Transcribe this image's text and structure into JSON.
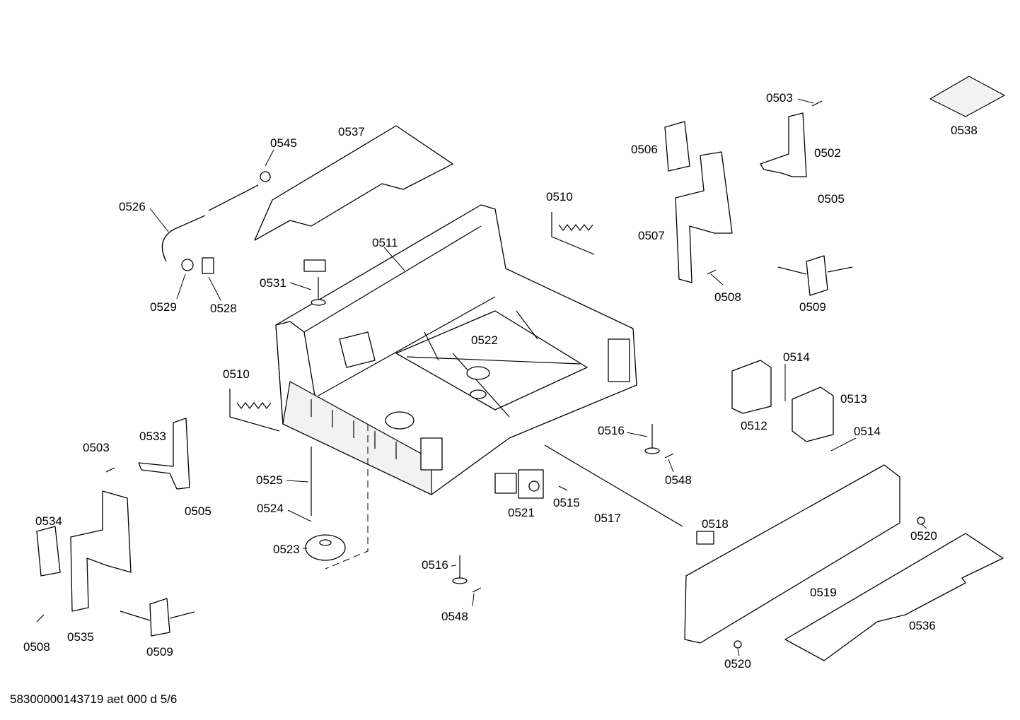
{
  "footer": "58300000143719 aet 000 d 5/6",
  "labels": {
    "p0503_top": "0503",
    "p0538": "0538",
    "p0537": "0537",
    "p0545": "0545",
    "p0506": "0506",
    "p0502": "0502",
    "p0526": "0526",
    "p0510_top": "0510",
    "p0505_top": "0505",
    "p0511": "0511",
    "p0507": "0507",
    "p0531": "0531",
    "p0529": "0529",
    "p0528": "0528",
    "p0508_top": "0508",
    "p0509_top": "0509",
    "p0522": "0522",
    "p0514_a": "0514",
    "p0510_left": "0510",
    "p0513": "0513",
    "p0512": "0512",
    "p0516_mid": "0516",
    "p0514_b": "0514",
    "p0533": "0533",
    "p0503_left": "0503",
    "p0548_mid": "0548",
    "p0525": "0525",
    "p0505_left": "0505",
    "p0515": "0515",
    "p0524": "0524",
    "p0521": "0521",
    "p0517": "0517",
    "p0534": "0534",
    "p0518": "0518",
    "p0520_right": "0520",
    "p0523": "0523",
    "p0516_low": "0516",
    "p0519": "0519",
    "p0548_low": "0548",
    "p0508_left": "0508",
    "p0535": "0535",
    "p0536": "0536",
    "p0509_left": "0509",
    "p0520_bottom": "0520"
  }
}
